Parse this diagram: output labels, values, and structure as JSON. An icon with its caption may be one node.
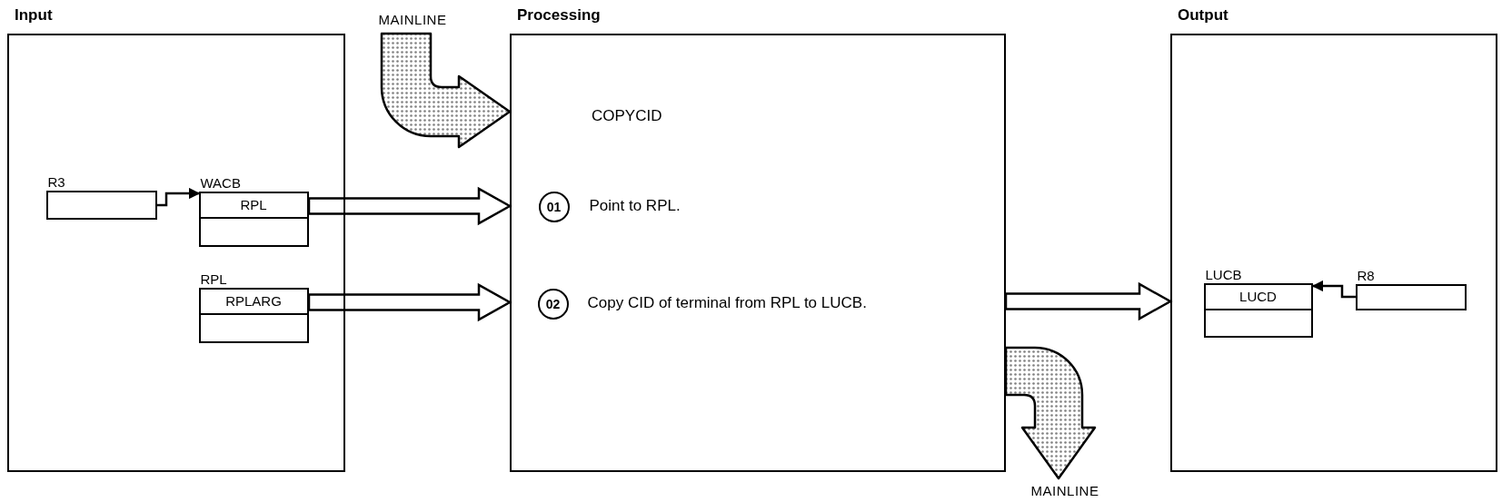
{
  "diagram": {
    "nodes": [
      {
        "text": [
          "Input"
        ]
      },
      {
        "text": [
          "R3"
        ],
        "in": 0
      },
      {
        "text": [
          "WACB",
          "RPL"
        ],
        "in": 0
      },
      {
        "text": [
          "RPL",
          "RPLARG"
        ],
        "in": 0
      },
      {
        "text": [
          "MAINLINE"
        ]
      },
      {
        "text": [
          "Processing"
        ]
      },
      {
        "text": [
          "01"
        ],
        "in": 5,
        "beside": [
          "Point to RPL."
        ]
      },
      {
        "text": [
          "02"
        ],
        "in": 5,
        "beside": [
          "Copy CID of terminal from RPL to LUCB."
        ]
      },
      {
        "text": [
          "Output"
        ]
      },
      {
        "text": [
          "LUCB",
          "LUCD"
        ],
        "in": 8
      },
      {
        "text": [
          "R8"
        ],
        "in": 8
      },
      {
        "text": [
          "MAINLINE"
        ]
      }
    ],
    "edges": [
      {
        "from": 1,
        "to": 2,
        "arrow": "to"
      },
      {
        "from": 4,
        "to": 5,
        "arrow": "to",
        "style": "thick",
        "color": "#808080"
      },
      {
        "from": 2,
        "to": 5,
        "arrow": "to",
        "style": "thick"
      },
      {
        "from": 3,
        "to": 5,
        "arrow": "to",
        "style": "thick"
      },
      {
        "from": 5,
        "to": 8,
        "arrow": "to",
        "style": "thick"
      },
      {
        "from": 10,
        "to": 9,
        "arrow": "to"
      },
      {
        "from": 5,
        "to": 11,
        "arrow": "to",
        "style": "thick",
        "color": "#808080"
      }
    ],
    "labels": [
      "COPYCID"
    ]
  }
}
